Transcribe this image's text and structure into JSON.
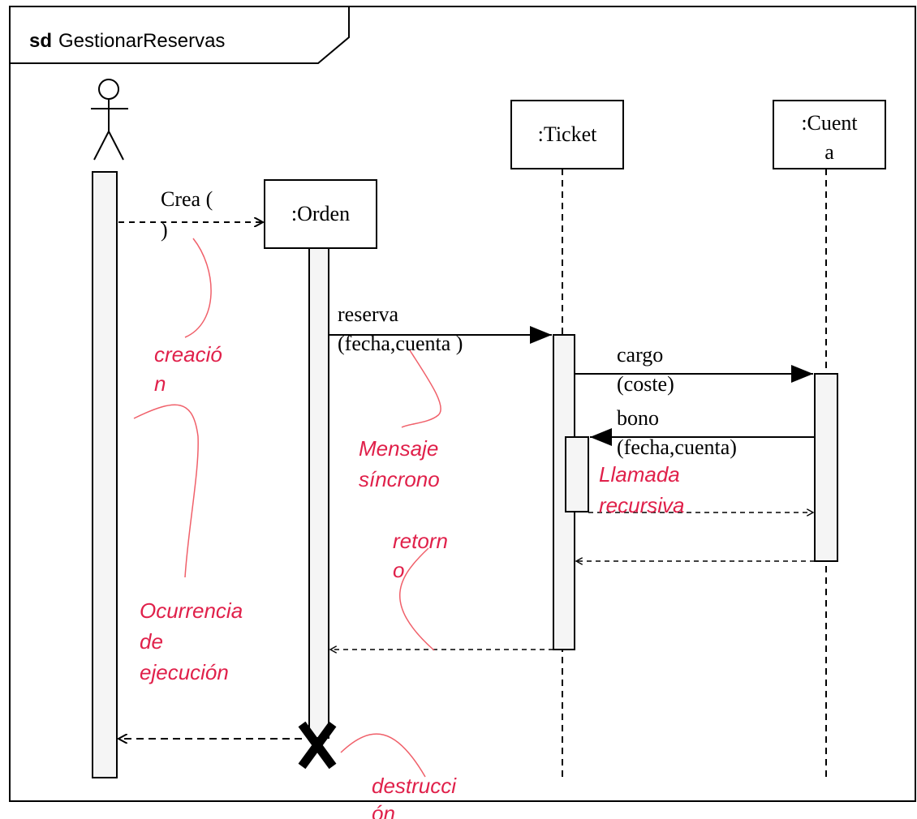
{
  "frame": {
    "keyword": "sd",
    "name": "GestionarReservas"
  },
  "lifelines": {
    "orden": ":Orden",
    "ticket": ":Ticket",
    "cuenta_line1": ":Cuent",
    "cuenta_line2": "a"
  },
  "messages": {
    "crea_line1": "Crea (",
    "crea_line2": ")",
    "reserva_line1": "reserva",
    "reserva_line2": "(fecha,cuenta )",
    "cargo_line1": "cargo",
    "cargo_line2": "(coste)",
    "bono_line1": "bono",
    "bono_line2": "(fecha,cuenta)"
  },
  "annotations": {
    "creacion_line1": "creació",
    "creacion_line2": "n",
    "mensaje_line1": "Mensaje",
    "mensaje_line2": "síncrono",
    "llamada_line1": "Llamada",
    "llamada_line2": "recursiva",
    "retorno_line1": "retorn",
    "retorno_line2": "o",
    "ocurrencia_line1": "Ocurrencia",
    "ocurrencia_line2": "de",
    "ocurrencia_line3": "ejecución",
    "destruccion_line1": "destrucci",
    "destruccion_line2": "ón"
  },
  "colors": {
    "annotation": "#e0204a",
    "annotation_curve": "#f0606a",
    "stroke": "#000000",
    "activation_fill": "#f5f5f5"
  }
}
